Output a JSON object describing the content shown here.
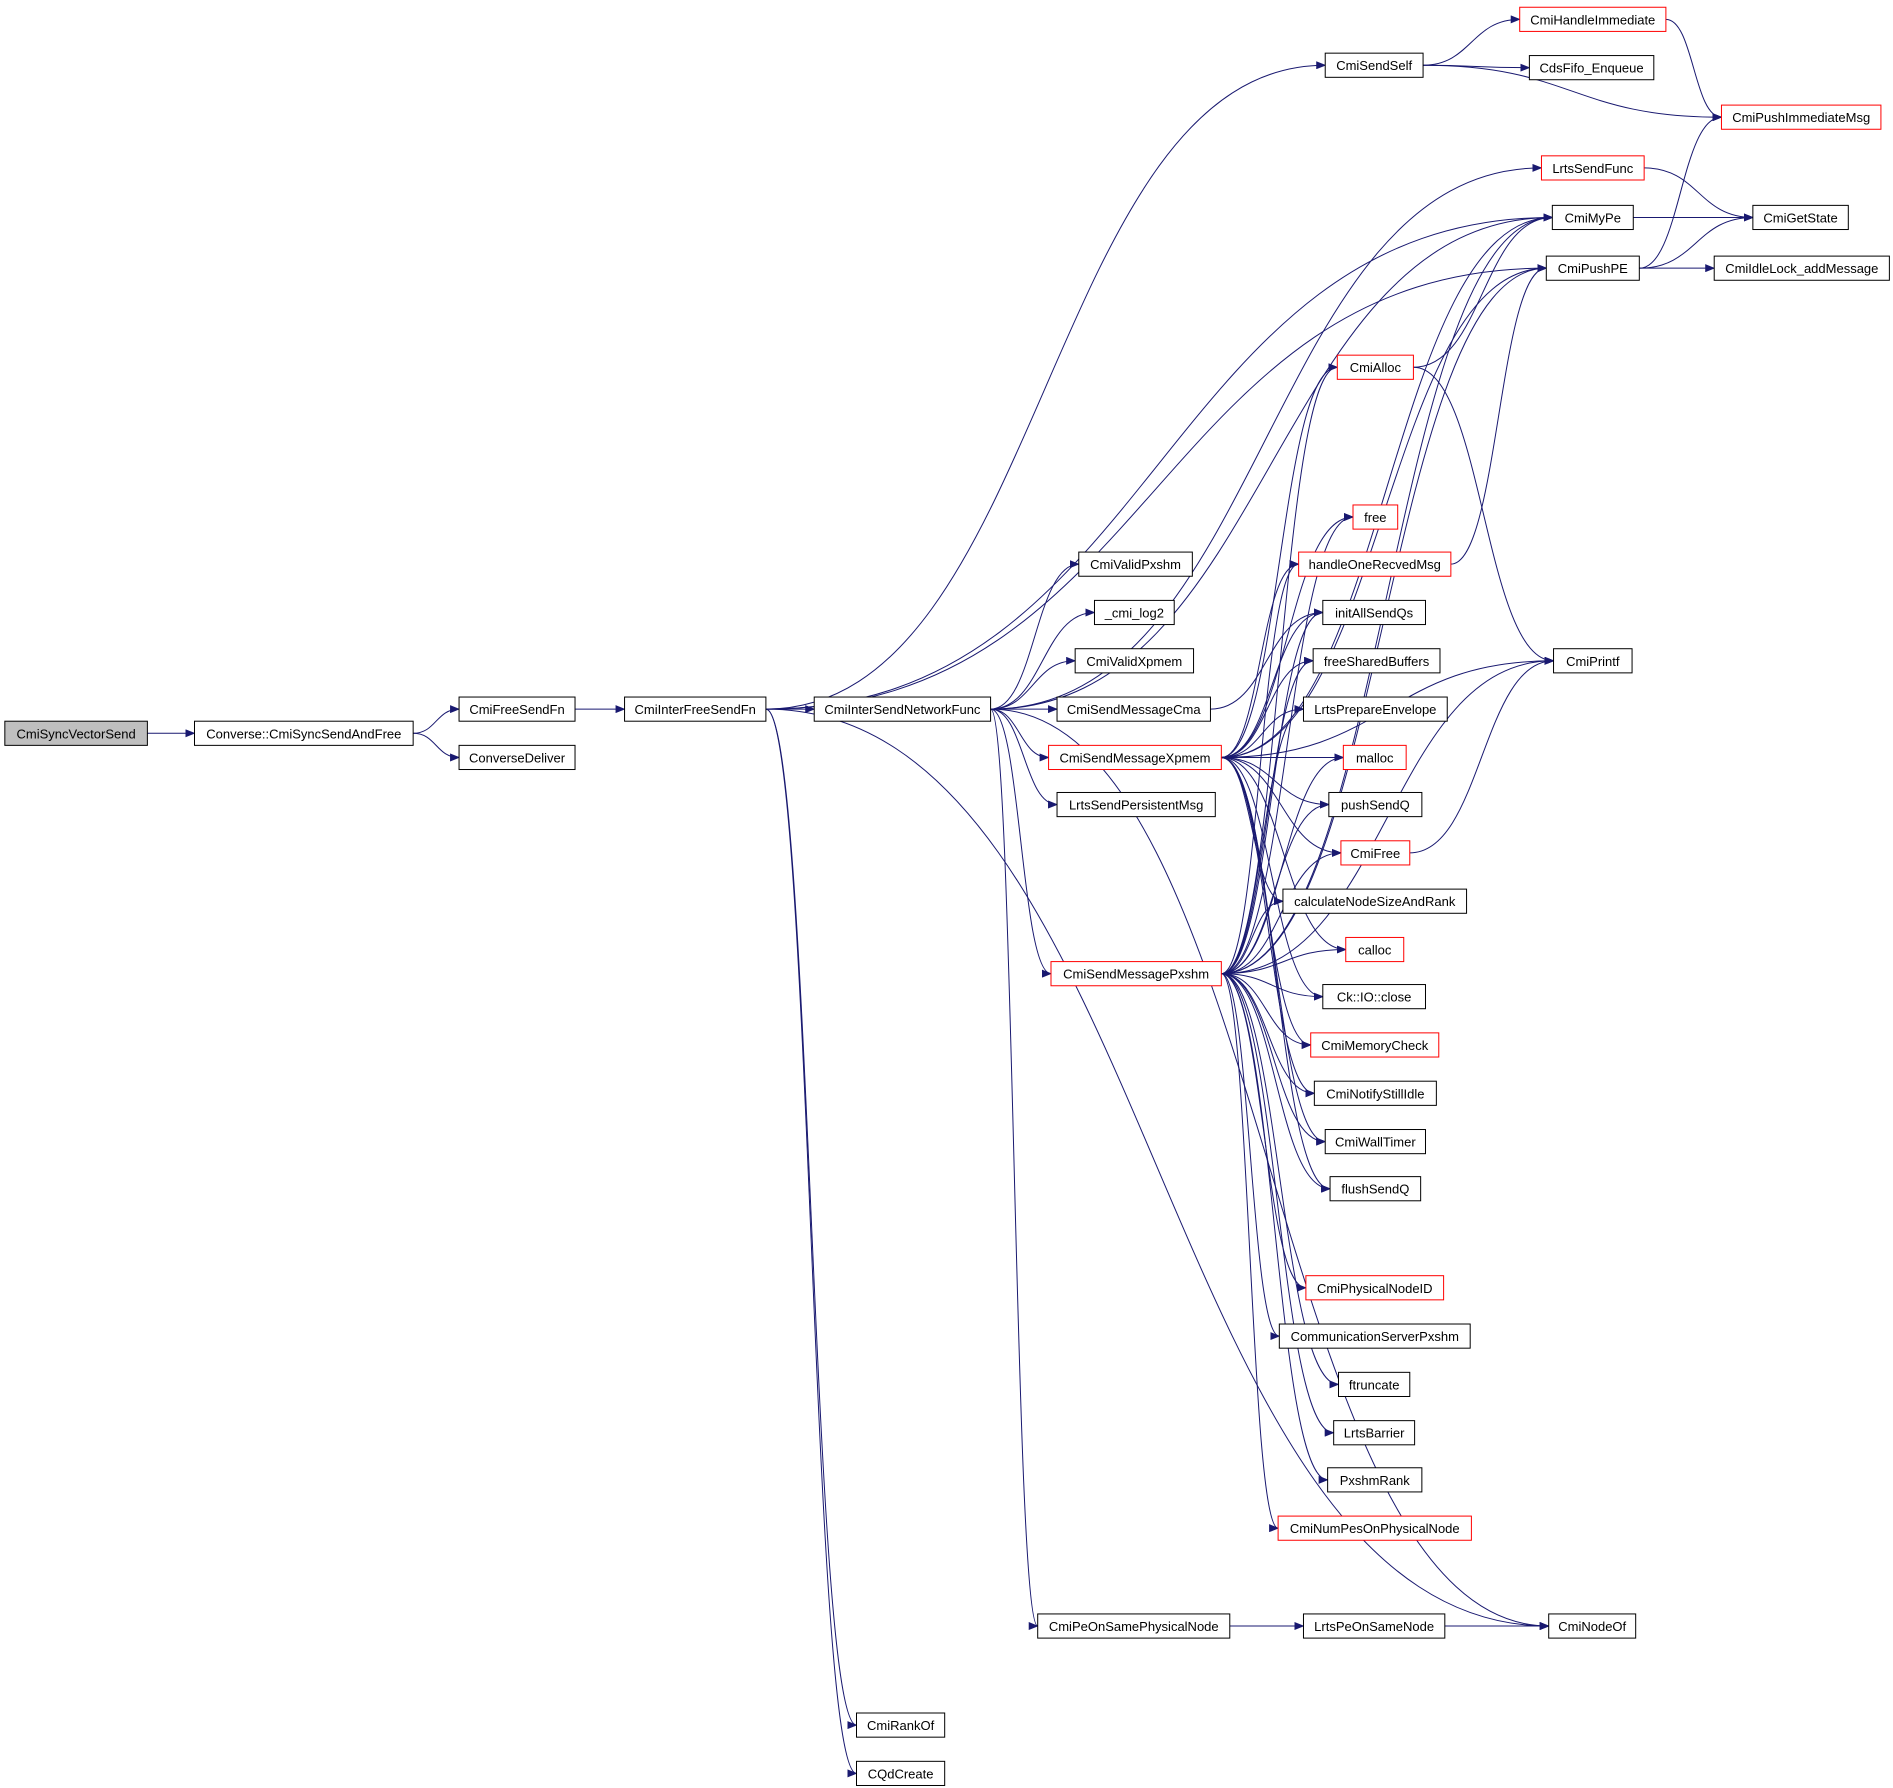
{
  "colors": {
    "edge": "#191970",
    "node_border": "#000000",
    "linked_node_border": "#ff0000",
    "root_fill": "#bfbfbf",
    "node_fill": "#ffffff"
  },
  "nodes": [
    {
      "id": "CmiSyncVectorSend",
      "label": "CmiSyncVectorSend",
      "style": "root"
    },
    {
      "id": "SyncSendAndFree",
      "label": "Converse::CmiSyncSendAndFree",
      "style": "normal"
    },
    {
      "id": "CmiFreeSendFn",
      "label": "CmiFreeSendFn",
      "style": "normal"
    },
    {
      "id": "ConverseDeliver",
      "label": "ConverseDeliver",
      "style": "normal"
    },
    {
      "id": "CmiInterFreeSendFn",
      "label": "CmiInterFreeSendFn",
      "style": "normal"
    },
    {
      "id": "CmiInterSendNetworkFunc",
      "label": "CmiInterSendNetworkFunc",
      "style": "normal"
    },
    {
      "id": "CmiSendSelf",
      "label": "CmiSendSelf",
      "style": "normal"
    },
    {
      "id": "CmiHandleImmediate",
      "label": "CmiHandleImmediate",
      "style": "linked"
    },
    {
      "id": "CdsFifo_Enqueue",
      "label": "CdsFifo_Enqueue",
      "style": "normal"
    },
    {
      "id": "CmiPushImmediateMsg",
      "label": "CmiPushImmediateMsg",
      "style": "linked"
    },
    {
      "id": "LrtsSendFunc",
      "label": "LrtsSendFunc",
      "style": "linked"
    },
    {
      "id": "CmiMyPe",
      "label": "CmiMyPe",
      "style": "normal"
    },
    {
      "id": "CmiGetState",
      "label": "CmiGetState",
      "style": "normal"
    },
    {
      "id": "CmiPushPE",
      "label": "CmiPushPE",
      "style": "normal"
    },
    {
      "id": "CmiIdleLock",
      "label": "CmiIdleLock_addMessage",
      "style": "normal"
    },
    {
      "id": "CmiAlloc",
      "label": "CmiAlloc",
      "style": "linked"
    },
    {
      "id": "free",
      "label": "free",
      "style": "linked"
    },
    {
      "id": "handleOne",
      "label": "handleOneRecvedMsg",
      "style": "linked"
    },
    {
      "id": "initAllSendQs",
      "label": "initAllSendQs",
      "style": "normal"
    },
    {
      "id": "freeSharedBuffers",
      "label": "freeSharedBuffers",
      "style": "normal"
    },
    {
      "id": "LrtsPrepareEnvelope",
      "label": "LrtsPrepareEnvelope",
      "style": "normal"
    },
    {
      "id": "malloc",
      "label": "malloc",
      "style": "linked"
    },
    {
      "id": "pushSendQ",
      "label": "pushSendQ",
      "style": "normal"
    },
    {
      "id": "CmiFree",
      "label": "CmiFree",
      "style": "linked"
    },
    {
      "id": "calcNode",
      "label": "calculateNodeSizeAndRank",
      "style": "normal"
    },
    {
      "id": "calloc",
      "label": "calloc",
      "style": "linked"
    },
    {
      "id": "CkIOclose",
      "label": "Ck::IO::close",
      "style": "normal"
    },
    {
      "id": "CmiMemoryCheck",
      "label": "CmiMemoryCheck",
      "style": "linked"
    },
    {
      "id": "CmiNotifyStillIdle",
      "label": "CmiNotifyStillIdle",
      "style": "normal"
    },
    {
      "id": "CmiWallTimer",
      "label": "CmiWallTimer",
      "style": "normal"
    },
    {
      "id": "flushSendQ",
      "label": "flushSendQ",
      "style": "normal"
    },
    {
      "id": "CmiPrintf",
      "label": "CmiPrintf",
      "style": "normal"
    },
    {
      "id": "CmiValidPxshm",
      "label": "CmiValidPxshm",
      "style": "normal"
    },
    {
      "id": "cmi_log2",
      "label": "_cmi_log2",
      "style": "normal"
    },
    {
      "id": "CmiValidXpmem",
      "label": "CmiValidXpmem",
      "style": "normal"
    },
    {
      "id": "CmiSendMessageCma",
      "label": "CmiSendMessageCma",
      "style": "normal"
    },
    {
      "id": "CmiSendMessageXpmem",
      "label": "CmiSendMessageXpmem",
      "style": "linked"
    },
    {
      "id": "LrtsSendPersistentMsg",
      "label": "LrtsSendPersistentMsg",
      "style": "normal"
    },
    {
      "id": "CmiSendMessagePxshm",
      "label": "CmiSendMessagePxshm",
      "style": "linked"
    },
    {
      "id": "CmiPhysicalNodeID",
      "label": "CmiPhysicalNodeID",
      "style": "linked"
    },
    {
      "id": "CommServerPxshm",
      "label": "CommunicationServerPxshm",
      "style": "normal"
    },
    {
      "id": "ftruncate",
      "label": "ftruncate",
      "style": "normal"
    },
    {
      "id": "LrtsBarrier",
      "label": "LrtsBarrier",
      "style": "normal"
    },
    {
      "id": "PxshmRank",
      "label": "PxshmRank",
      "style": "normal"
    },
    {
      "id": "CmiNumPes",
      "label": "CmiNumPesOnPhysicalNode",
      "style": "linked"
    },
    {
      "id": "CmiPeOnSame",
      "label": "CmiPeOnSamePhysicalNode",
      "style": "normal"
    },
    {
      "id": "LrtsPeOnSameNode",
      "label": "LrtsPeOnSameNode",
      "style": "normal"
    },
    {
      "id": "CmiNodeOf",
      "label": "CmiNodeOf",
      "style": "normal"
    },
    {
      "id": "CmiRankOf",
      "label": "CmiRankOf",
      "style": "normal"
    },
    {
      "id": "CQdCreate",
      "label": "CQdCreate",
      "style": "normal"
    }
  ],
  "edges": [
    [
      "CmiSyncVectorSend",
      "SyncSendAndFree"
    ],
    [
      "SyncSendAndFree",
      "CmiFreeSendFn"
    ],
    [
      "SyncSendAndFree",
      "ConverseDeliver"
    ],
    [
      "CmiFreeSendFn",
      "CmiInterFreeSendFn"
    ],
    [
      "CmiInterFreeSendFn",
      "CmiInterSendNetworkFunc"
    ],
    [
      "CmiInterFreeSendFn",
      "CmiSendSelf"
    ],
    [
      "CmiInterFreeSendFn",
      "CmiMyPe"
    ],
    [
      "CmiInterFreeSendFn",
      "CmiPushPE"
    ],
    [
      "CmiInterFreeSendFn",
      "CmiNodeOf"
    ],
    [
      "CmiInterFreeSendFn",
      "CmiRankOf"
    ],
    [
      "CmiInterFreeSendFn",
      "CQdCreate"
    ],
    [
      "CmiSendSelf",
      "CmiHandleImmediate"
    ],
    [
      "CmiSendSelf",
      "CdsFifo_Enqueue"
    ],
    [
      "CmiSendSelf",
      "CmiPushImmediateMsg"
    ],
    [
      "CmiHandleImmediate",
      "CmiPushImmediateMsg"
    ],
    [
      "LrtsSendFunc",
      "CmiGetState"
    ],
    [
      "CmiMyPe",
      "CmiGetState"
    ],
    [
      "CmiPushPE",
      "CmiGetState"
    ],
    [
      "CmiPushPE",
      "CmiIdleLock"
    ],
    [
      "CmiPushPE",
      "CmiPushImmediateMsg"
    ],
    [
      "CmiInterSendNetworkFunc",
      "LrtsSendFunc"
    ],
    [
      "CmiInterSendNetworkFunc",
      "CmiMyPe"
    ],
    [
      "CmiInterSendNetworkFunc",
      "CmiValidPxshm"
    ],
    [
      "CmiInterSendNetworkFunc",
      "cmi_log2"
    ],
    [
      "CmiInterSendNetworkFunc",
      "CmiValidXpmem"
    ],
    [
      "CmiInterSendNetworkFunc",
      "CmiSendMessageCma"
    ],
    [
      "CmiInterSendNetworkFunc",
      "CmiSendMessageXpmem"
    ],
    [
      "CmiInterSendNetworkFunc",
      "LrtsSendPersistentMsg"
    ],
    [
      "CmiInterSendNetworkFunc",
      "CmiSendMessagePxshm"
    ],
    [
      "CmiInterSendNetworkFunc",
      "CmiPeOnSame"
    ],
    [
      "CmiInterSendNetworkFunc",
      "CmiNodeOf"
    ],
    [
      "CmiSendMessageCma",
      "initAllSendQs"
    ],
    [
      "CmiSendMessageXpmem",
      "CmiMyPe"
    ],
    [
      "CmiSendMessageXpmem",
      "CmiPushPE"
    ],
    [
      "CmiSendMessageXpmem",
      "CmiAlloc"
    ],
    [
      "CmiSendMessageXpmem",
      "free"
    ],
    [
      "CmiSendMessageXpmem",
      "handleOne"
    ],
    [
      "CmiSendMessageXpmem",
      "initAllSendQs"
    ],
    [
      "CmiSendMessageXpmem",
      "freeSharedBuffers"
    ],
    [
      "CmiSendMessageXpmem",
      "LrtsPrepareEnvelope"
    ],
    [
      "CmiSendMessageXpmem",
      "malloc"
    ],
    [
      "CmiSendMessageXpmem",
      "pushSendQ"
    ],
    [
      "CmiSendMessageXpmem",
      "CmiFree"
    ],
    [
      "CmiSendMessageXpmem",
      "calcNode"
    ],
    [
      "CmiSendMessageXpmem",
      "calloc"
    ],
    [
      "CmiSendMessageXpmem",
      "CkIOclose"
    ],
    [
      "CmiSendMessageXpmem",
      "CmiMemoryCheck"
    ],
    [
      "CmiSendMessageXpmem",
      "CmiNotifyStillIdle"
    ],
    [
      "CmiSendMessageXpmem",
      "CmiWallTimer"
    ],
    [
      "CmiSendMessageXpmem",
      "flushSendQ"
    ],
    [
      "CmiSendMessageXpmem",
      "CmiPrintf"
    ],
    [
      "CmiSendMessagePxshm",
      "CmiMyPe"
    ],
    [
      "CmiSendMessagePxshm",
      "CmiPushPE"
    ],
    [
      "CmiSendMessagePxshm",
      "CmiAlloc"
    ],
    [
      "CmiSendMessagePxshm",
      "free"
    ],
    [
      "CmiSendMessagePxshm",
      "handleOne"
    ],
    [
      "CmiSendMessagePxshm",
      "initAllSendQs"
    ],
    [
      "CmiSendMessagePxshm",
      "freeSharedBuffers"
    ],
    [
      "CmiSendMessagePxshm",
      "LrtsPrepareEnvelope"
    ],
    [
      "CmiSendMessagePxshm",
      "malloc"
    ],
    [
      "CmiSendMessagePxshm",
      "pushSendQ"
    ],
    [
      "CmiSendMessagePxshm",
      "CmiFree"
    ],
    [
      "CmiSendMessagePxshm",
      "calcNode"
    ],
    [
      "CmiSendMessagePxshm",
      "calloc"
    ],
    [
      "CmiSendMessagePxshm",
      "CkIOclose"
    ],
    [
      "CmiSendMessagePxshm",
      "CmiMemoryCheck"
    ],
    [
      "CmiSendMessagePxshm",
      "CmiNotifyStillIdle"
    ],
    [
      "CmiSendMessagePxshm",
      "CmiWallTimer"
    ],
    [
      "CmiSendMessagePxshm",
      "flushSendQ"
    ],
    [
      "CmiSendMessagePxshm",
      "CmiPrintf"
    ],
    [
      "CmiSendMessagePxshm",
      "CmiPhysicalNodeID"
    ],
    [
      "CmiSendMessagePxshm",
      "CommServerPxshm"
    ],
    [
      "CmiSendMessagePxshm",
      "ftruncate"
    ],
    [
      "CmiSendMessagePxshm",
      "LrtsBarrier"
    ],
    [
      "CmiSendMessagePxshm",
      "PxshmRank"
    ],
    [
      "CmiSendMessagePxshm",
      "CmiNumPes"
    ],
    [
      "CmiAlloc",
      "CmiMyPe"
    ],
    [
      "CmiAlloc",
      "CmiPrintf"
    ],
    [
      "CmiFree",
      "CmiPrintf"
    ],
    [
      "handleOne",
      "CmiPushPE"
    ],
    [
      "CmiPeOnSame",
      "LrtsPeOnSameNode"
    ],
    [
      "LrtsPeOnSameNode",
      "CmiNodeOf"
    ]
  ]
}
